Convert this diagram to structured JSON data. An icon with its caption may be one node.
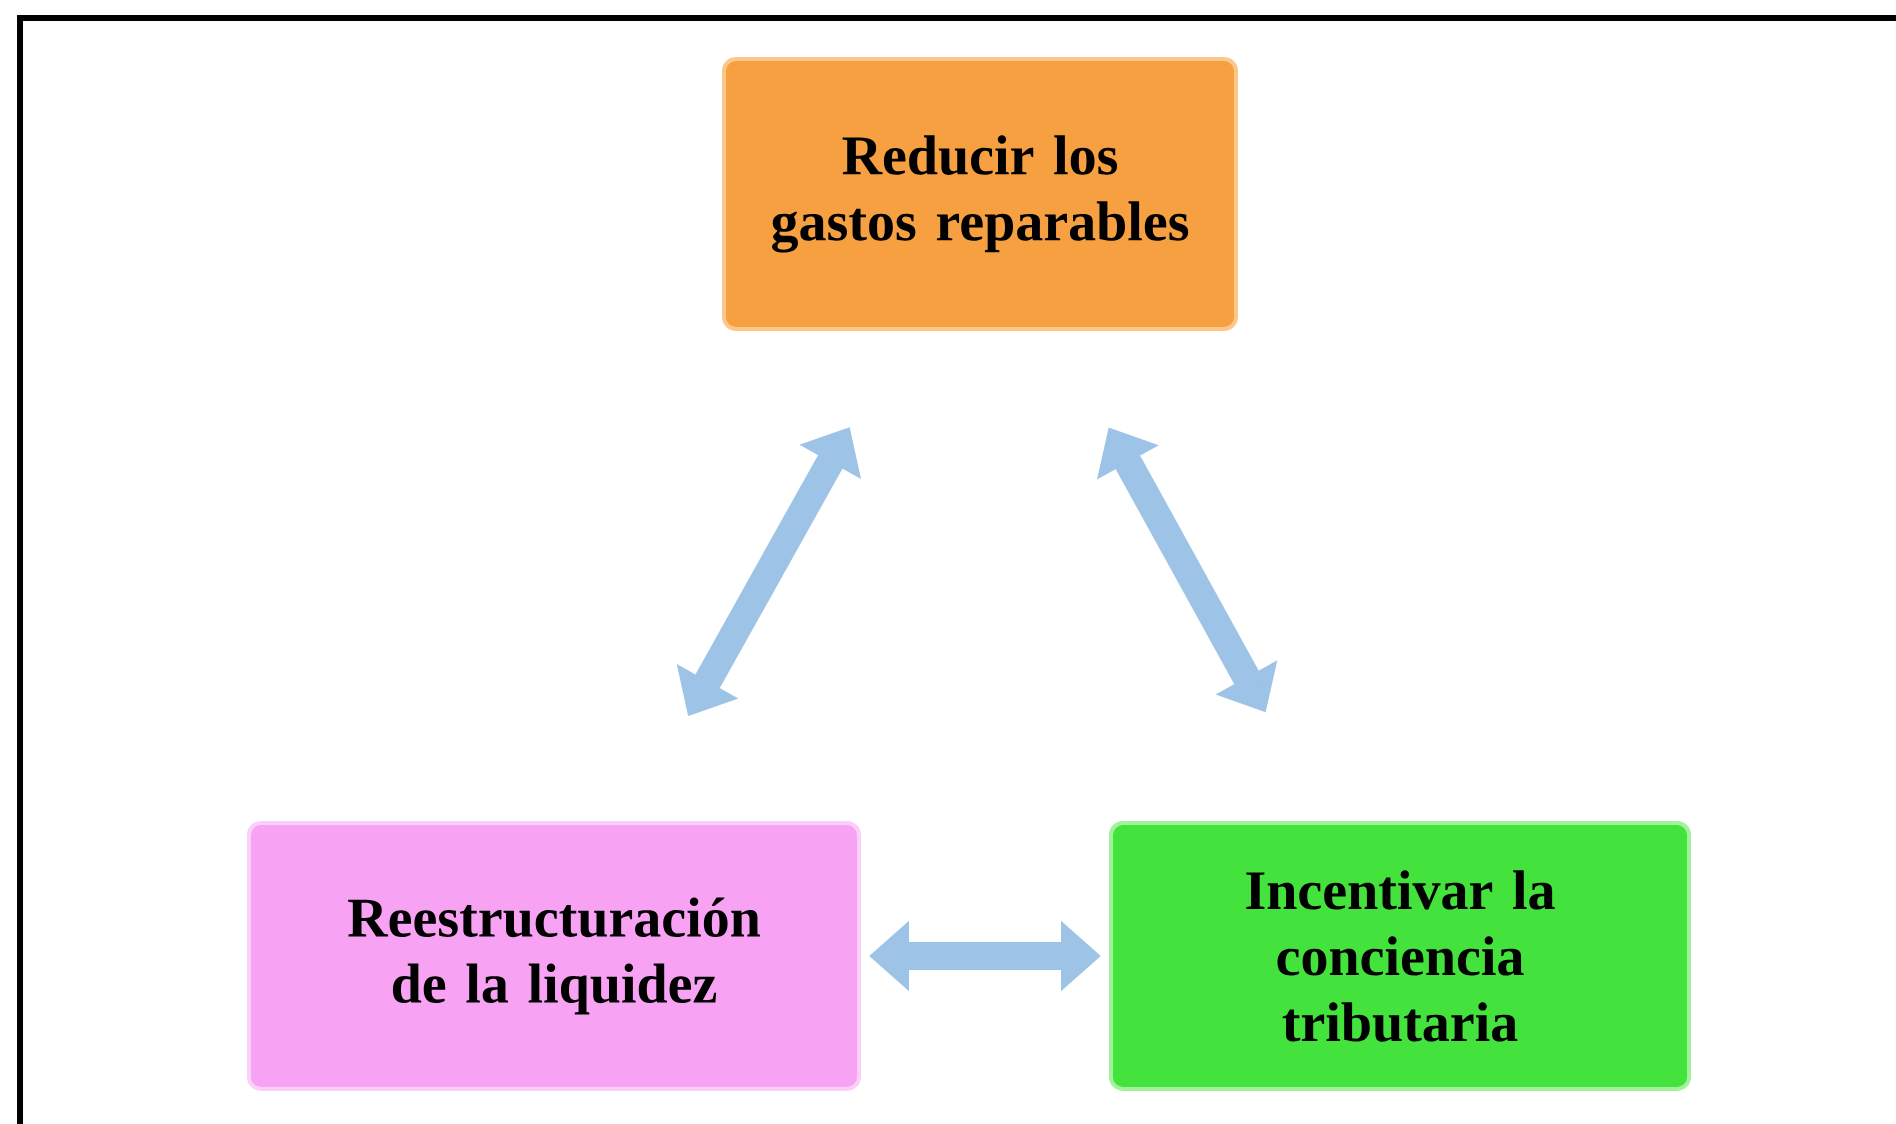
{
  "diagram": {
    "nodes": [
      {
        "text": [
          "Reducir los gastos reparables"
        ]
      },
      {
        "text": [
          "Reestructuración de la liquidez"
        ]
      },
      {
        "text": [
          "Incentivar la conciencia tributaria"
        ]
      }
    ],
    "edges": [
      {
        "from": 0,
        "to": 1,
        "arrow": "both"
      },
      {
        "from": 0,
        "to": 2,
        "arrow": "both"
      },
      {
        "from": 1,
        "to": 2,
        "arrow": "both"
      }
    ]
  }
}
